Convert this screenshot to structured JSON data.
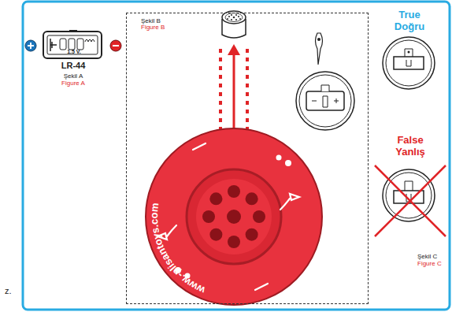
{
  "diagram": {
    "nodes": [
      {
        "text": [
          "Şekil B",
          "Figure B"
        ]
      }
    ],
    "labels": [
      "1.5 V.",
      "LR-44",
      "Şekil A",
      "Figure A",
      "www.-plisantoys.com",
      "True",
      "Doğru",
      "False",
      "Yanlış",
      "Şekil C",
      "Figure C",
      "z."
    ]
  }
}
